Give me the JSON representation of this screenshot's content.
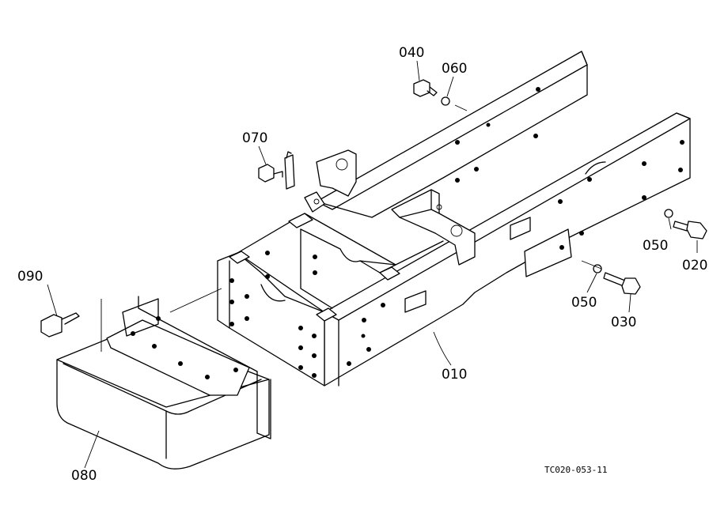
{
  "parts": [
    {
      "id": "p010",
      "number": "010"
    },
    {
      "id": "p020",
      "number": "020"
    },
    {
      "id": "p030",
      "number": "030"
    },
    {
      "id": "p040",
      "number": "040"
    },
    {
      "id": "p050a",
      "number": "050"
    },
    {
      "id": "p050b",
      "number": "050"
    },
    {
      "id": "p060",
      "number": "060"
    },
    {
      "id": "p070",
      "number": "070"
    },
    {
      "id": "p080",
      "number": "080"
    },
    {
      "id": "p090",
      "number": "090"
    }
  ],
  "drawing_code": "TC020-053-11"
}
